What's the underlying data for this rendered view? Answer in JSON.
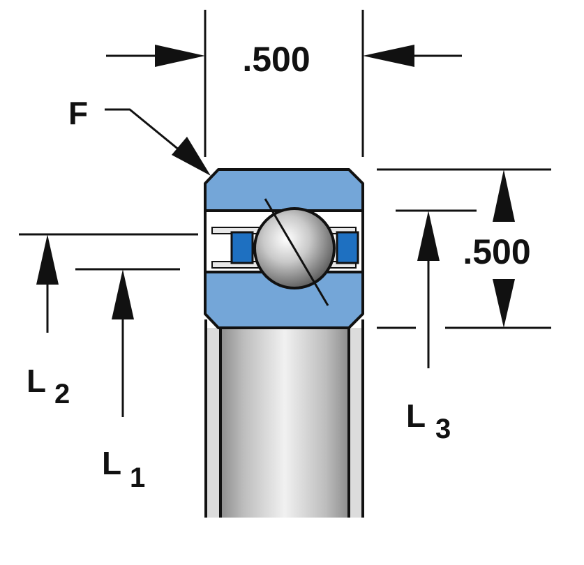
{
  "dimensions": {
    "width_label": ".500",
    "height_label": ".500"
  },
  "labels": {
    "chamfer": "F",
    "l1_main": "L",
    "l1_sub": "1",
    "l2_main": "L",
    "l2_sub": "2",
    "l3_main": "L",
    "l3_sub": "3"
  },
  "colors": {
    "ring_blue": "#74a6d8",
    "separator_blue": "#1e70c1",
    "ball_gray": "#9a9a9a",
    "bore_gray": "#c4c4c4",
    "line": "#111111"
  }
}
